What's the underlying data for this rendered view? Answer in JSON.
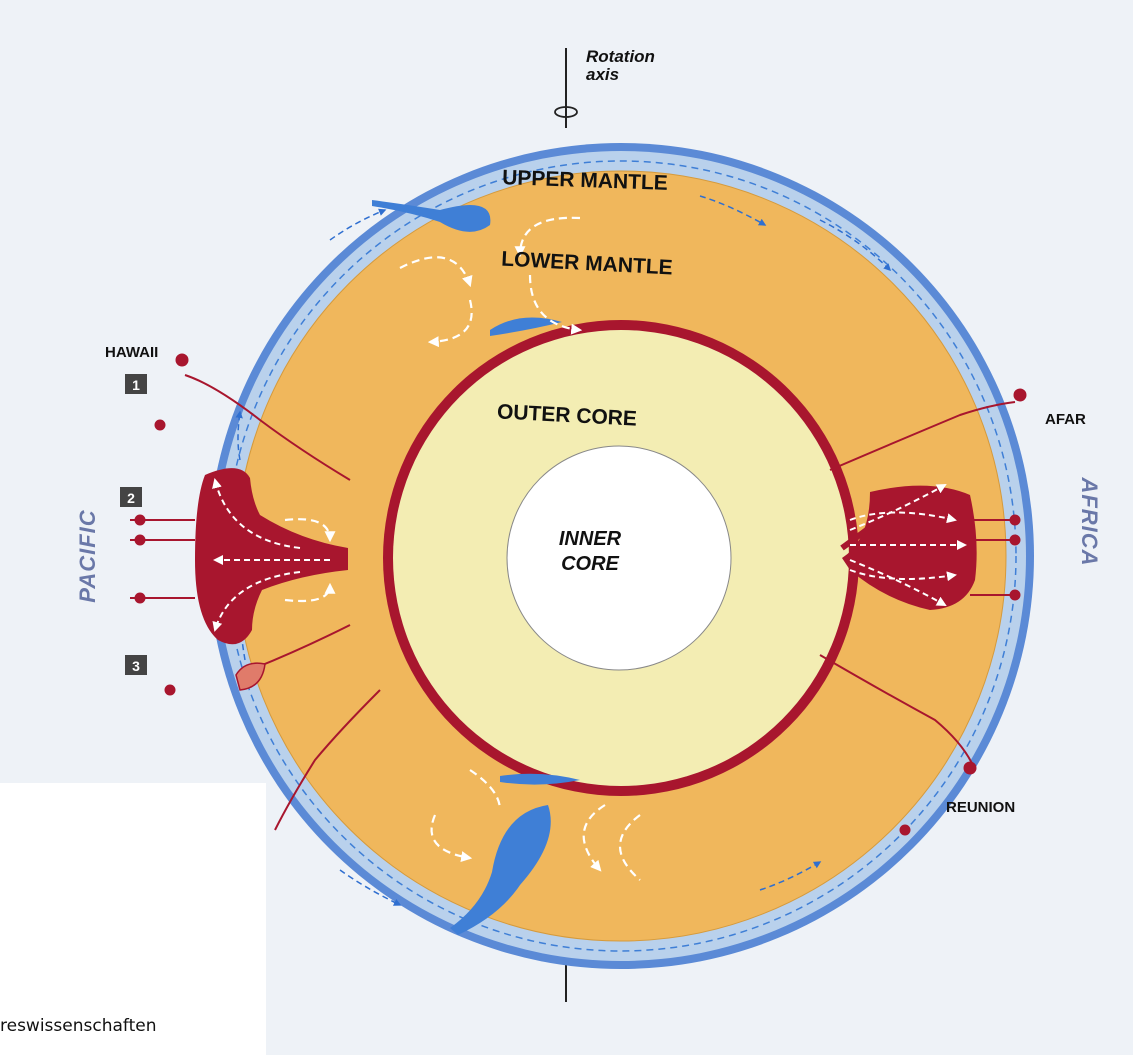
{
  "labels": {
    "rotation_axis": [
      "Rotation",
      "axis"
    ],
    "upper_mantle": "UPPER MANTLE",
    "lower_mantle": "LOWER MANTLE",
    "outer_core": "OUTER CORE",
    "inner_core": [
      "INNER",
      "CORE"
    ],
    "hawaii": "HAWAII",
    "afar": "AFAR",
    "reunion": "REUNION",
    "pacific": "PACIFIC",
    "africa": "AFRICA",
    "numbers": [
      "1",
      "2",
      "3"
    ]
  },
  "footer_text": "reswissenschaften",
  "colors": {
    "background": "#eef2f7",
    "crust": "#5b8ad6",
    "upper_mantle": "#b9d1ec",
    "lower_mantle": "#f0b75c",
    "outer_core": "#f3edb3",
    "inner_core": "#ffffff",
    "plume": "#a8162e",
    "slab": "#3f7fd6"
  }
}
